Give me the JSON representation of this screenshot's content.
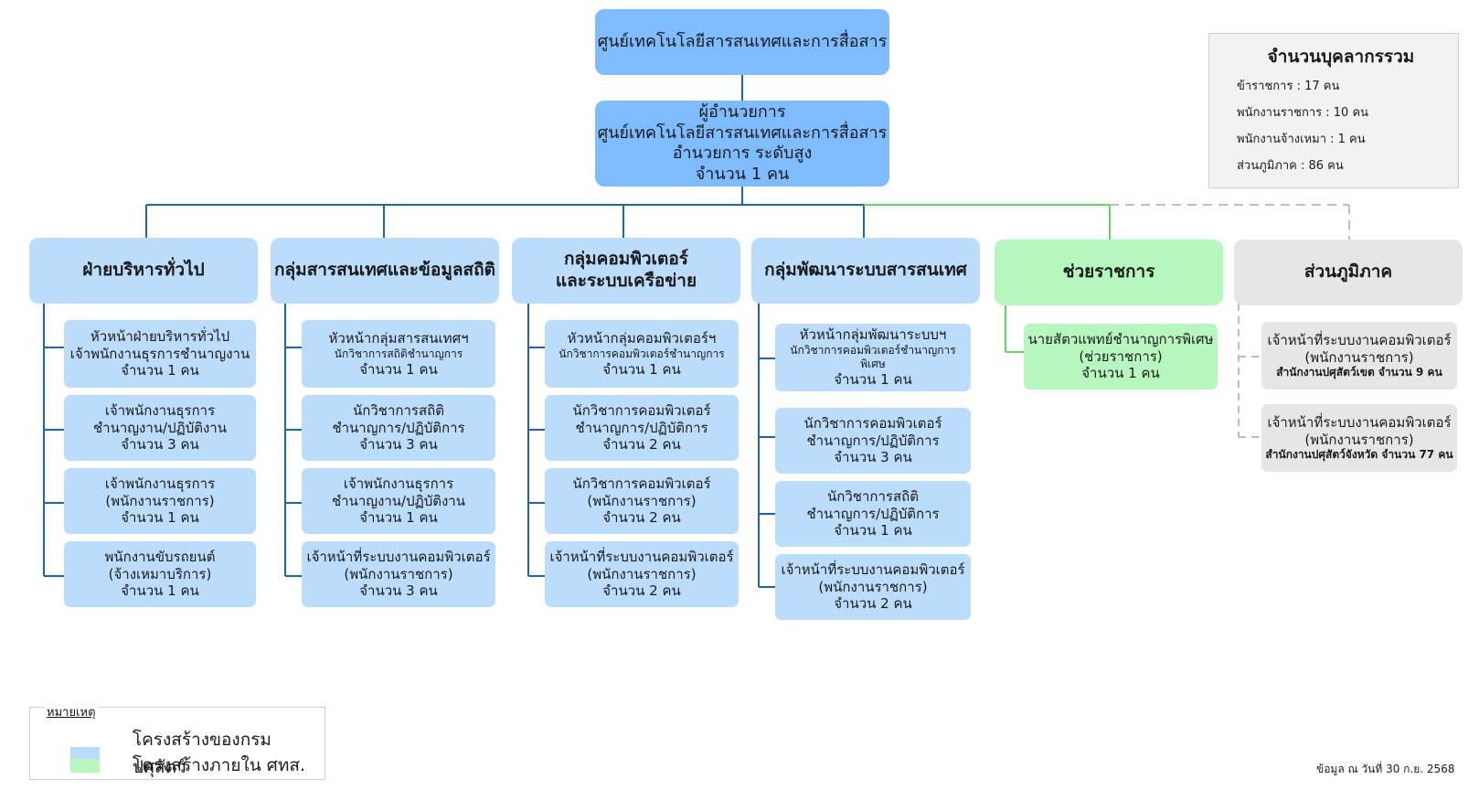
{
  "top": {
    "title": "ศูนย์เทคโนโลยีสารสนเทศและการสื่อสาร"
  },
  "director": {
    "lines": [
      "ผู้อำนวยการ",
      "ศูนย์เทคโนโลยีสารสนเทศและการสื่อสาร",
      "อำนวยการ ระดับสูง",
      "จำนวน 1 คน"
    ]
  },
  "summary": {
    "title": "จำนวนบุคลากรรวม",
    "rows": [
      "ข้าราชการ :    17 คน",
      "พนักงานราชการ : 10 คน",
      "พนักงานจ้างเหมา : 1 คน",
      "ส่วนภูมิภาค : 86  คน"
    ]
  },
  "columns": [
    {
      "title": "ฝ่ายบริหารทั่วไป",
      "cards": [
        [
          "หัวหน้าฝ่ายบริหารทั่วไป",
          "เจ้าพนักงานธุรการชำนาญงาน",
          "จำนวน 1 คน"
        ],
        [
          "เจ้าพนักงานธุรการ",
          "ชำนาญงาน/ปฏิบัติงาน",
          "จำนวน 3 คน"
        ],
        [
          "เจ้าพนักงานธุรการ",
          "(พนักงานราชการ)",
          "จำนวน 1 คน"
        ],
        [
          "พนักงานขับรถยนต์",
          "(จ้างเหมาบริการ)",
          "จำนวน 1 คน"
        ]
      ]
    },
    {
      "title": "กลุ่มสารสนเทศและข้อมูลสถิติ",
      "cards": [
        [
          "หัวหน้ากลุ่มสารสนเทศฯ",
          "นักวิชาการสถิติชำนาญการ",
          "จำนวน 1 คน"
        ],
        [
          "นักวิชาการสถิติ",
          "ชำนาญการ/ปฏิบัติการ",
          "จำนวน 3 คน"
        ],
        [
          "เจ้าพนักงานธุรการ",
          "ชำนาญงาน/ปฏิบัติงาน",
          "จำนวน 1 คน"
        ],
        [
          "เจ้าหน้าที่ระบบงานคอมพิวเตอร์",
          "(พนักงานราชการ)",
          "จำนวน 3 คน"
        ]
      ]
    },
    {
      "title": [
        "กลุ่มคอมพิวเตอร์",
        "และระบบเครือข่าย"
      ],
      "cards": [
        [
          "หัวหน้ากลุ่มคอมพิวเตอร์ฯ",
          "นักวิชาการคอมพิวเตอร์ชำนาญการ",
          "จำนวน 1 คน"
        ],
        [
          "นักวิชาการคอมพิวเตอร์",
          "ชำนาญการ/ปฏิบัติการ",
          "จำนวน 2 คน"
        ],
        [
          "นักวิชาการคอมพิวเตอร์",
          "(พนักงานราชการ)",
          "จำนวน 2 คน"
        ],
        [
          "เจ้าหน้าที่ระบบงานคอมพิวเตอร์",
          "(พนักงานราชการ)",
          "จำนวน 2 คน"
        ]
      ]
    },
    {
      "title": "กลุ่มพัฒนาระบบสารสนเทศ",
      "cards": [
        [
          "หัวหน้ากลุ่มพัฒนาระบบฯ",
          "นักวิชาการคอมพิวเตอร์ชำนาญการพิเศษ",
          "จำนวน 1 คน"
        ],
        [
          "นักวิชาการคอมพิวเตอร์",
          "ชำนาญการ/ปฏิบัติการ",
          "จำนวน 3 คน"
        ],
        [
          "นักวิชาการสถิติ",
          "ชำนาญการ/ปฏิบัติการ",
          "จำนวน 1 คน"
        ],
        [
          "เจ้าหน้าที่ระบบงานคอมพิวเตอร์",
          "(พนักงานราชการ)",
          "จำนวน 2 คน"
        ]
      ]
    },
    {
      "title": "ช่วยราชการ",
      "cards": [
        [
          "นายสัตวแพทย์ชำนาญการพิเศษ",
          "(ช่วยราชการ)",
          "จำนวน 1 คน"
        ]
      ]
    },
    {
      "title": "ส่วนภูมิภาค",
      "cards": [
        [
          "เจ้าหน้าที่ระบบงานคอมพิวเตอร์",
          "(พนักงานราชการ)",
          "สำนักงานปศุสัตว์เขต จำนวน 9 คน"
        ],
        [
          "เจ้าหน้าที่ระบบงานคอมพิวเตอร์",
          "(พนักงานราชการ)",
          "สำนักงานปศุสัตว์จังหวัด จำนวน 77 คน"
        ]
      ]
    }
  ],
  "legend": {
    "title": "หมายเหตุ",
    "items": [
      {
        "label": "โครงสร้างของกรมปศุสัตว์",
        "color": "#bcdcfb"
      },
      {
        "label": "โครงสร้างภายใน ศทส.",
        "color": "#b8f6c0"
      }
    ]
  },
  "footnote": "ข้อมูล ณ วันที่ 30 ก.ย. 2568",
  "colors": {
    "blue_line": "#1a66b8",
    "green_line": "#5cdc5c",
    "gray_line": "#bdbdbd"
  }
}
